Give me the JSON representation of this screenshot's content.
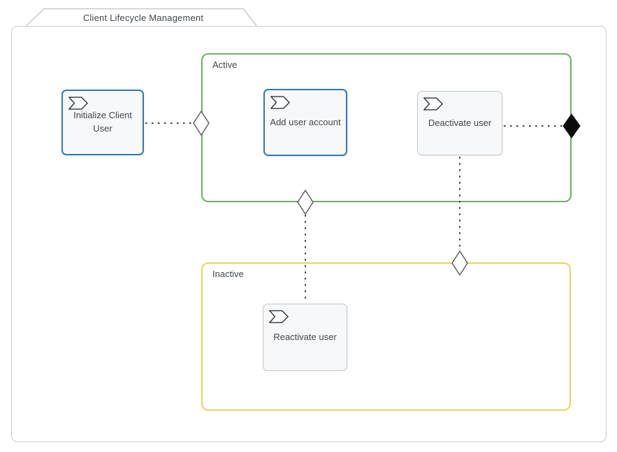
{
  "tab": {
    "label": "Client Lifecycle Management"
  },
  "groups": [
    {
      "label": "Active",
      "border_color": "#72ad68"
    },
    {
      "label": "Inactive",
      "border_color": "#e5d562"
    }
  ],
  "tasks": [
    {
      "label": "Initialize Client User",
      "border_color": "#2e7ab8",
      "icon": "process-arrow-icon"
    },
    {
      "label": "Add user account",
      "border_color": "#2e7ab8",
      "icon": "process-arrow-icon"
    },
    {
      "label": "Deactivate user",
      "border_color": "#c6c8ca",
      "icon": "process-arrow-icon"
    },
    {
      "label": "Reactivate user",
      "border_color": "#c6c8ca",
      "icon": "process-arrow-icon"
    }
  ],
  "connectors": [
    {
      "from": "Initialize Client User",
      "to": "Active",
      "style": "dotted",
      "junction": "open-diamond"
    },
    {
      "from": "Active",
      "to": "Reactivate user",
      "style": "dotted",
      "junction": "open-diamond"
    },
    {
      "from": "Deactivate user",
      "to": "Inactive",
      "style": "dotted",
      "junction": "open-diamond"
    },
    {
      "from": "Deactivate user",
      "to": "Active",
      "style": "dotted",
      "junction": "filled-diamond"
    }
  ],
  "colors": {
    "frame_border": "#c8cacc",
    "task_blue": "#2e7ab8",
    "task_gray": "#c6c8ca",
    "group_green": "#72ad68",
    "group_yellow": "#e5d562",
    "connector": "#3c4043",
    "diamond_stroke": "#54585c",
    "diamond_fill_open": "#ffffff",
    "diamond_fill_closed": "#0b0b0b",
    "task_fill": "#f7f8f9",
    "text": "#43484d"
  }
}
